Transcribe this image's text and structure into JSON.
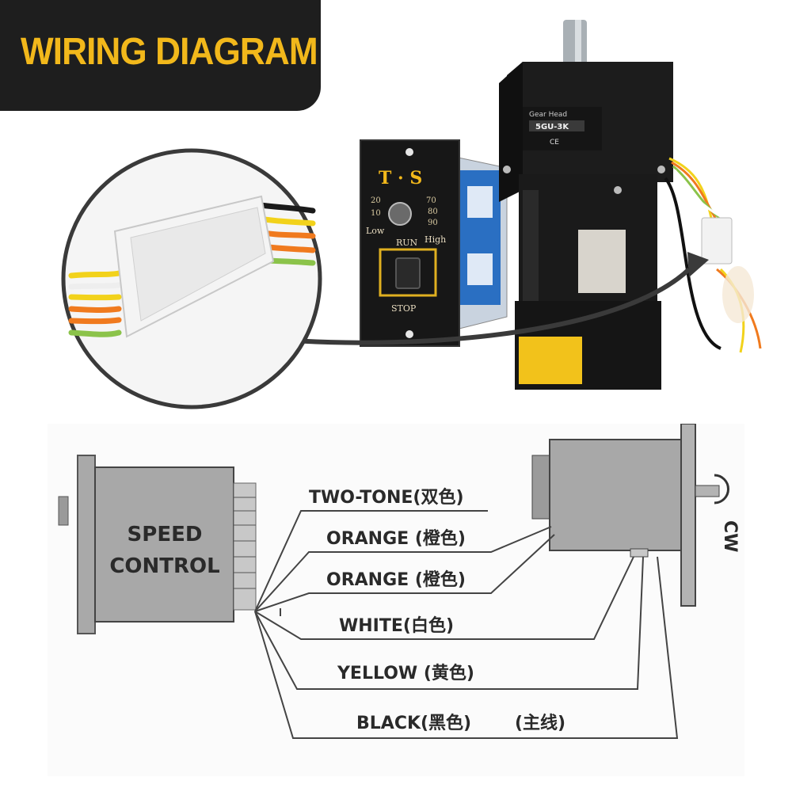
{
  "banner": {
    "title": "WIRING DIAGRAM"
  },
  "controller": {
    "brand_letters": "T · S",
    "dial_left": "Low",
    "dial_right": "High",
    "run": "RUN",
    "stop": "STOP",
    "scale_left": [
      "20",
      "10"
    ],
    "scale_right": [
      "70",
      "80",
      "90"
    ]
  },
  "motor": {
    "head_label": "Gear Head",
    "model": "5GU-3K",
    "ce_mark": "CE"
  },
  "diagram": {
    "controller_label": [
      "SPEED",
      "CONTROL"
    ],
    "rotation": "CW",
    "wires": [
      {
        "label": "TWO-TONE(双色)"
      },
      {
        "label": "ORANGE (橙色)"
      },
      {
        "label": "ORANGE (橙色)"
      },
      {
        "label": "WHITE(白色)"
      },
      {
        "label": "YELLOW (黄色)"
      },
      {
        "label": "BLACK(黑色)"
      }
    ],
    "main_line_note": "(主线)"
  },
  "colors": {
    "banner_bg": "#1e1e1e",
    "banner_text": "#f2b81b",
    "wire_orange": "#f07a1e",
    "wire_yellow": "#f2d21b",
    "wire_white": "#eeeeee",
    "wire_green": "#8bc34a",
    "wire_black": "#1a1a1a"
  }
}
